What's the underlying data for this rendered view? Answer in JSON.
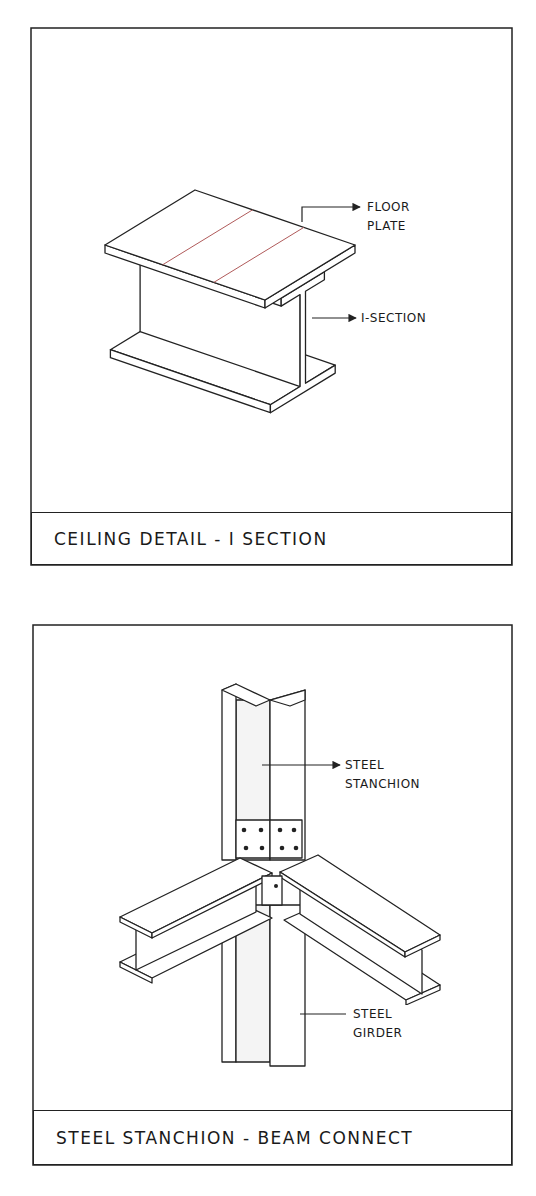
{
  "diagram": {
    "nodes": [
      {
        "text": [
          "CEILING DETAIL - I SECTION"
        ]
      },
      {
        "text": [
          "STEEL STANCHION - BEAM CONNECT"
        ]
      }
    ],
    "labels": [
      "FLOOR PLATE",
      "I-SECTION",
      "STEEL STANCHION",
      "STEEL GIRDER"
    ]
  }
}
